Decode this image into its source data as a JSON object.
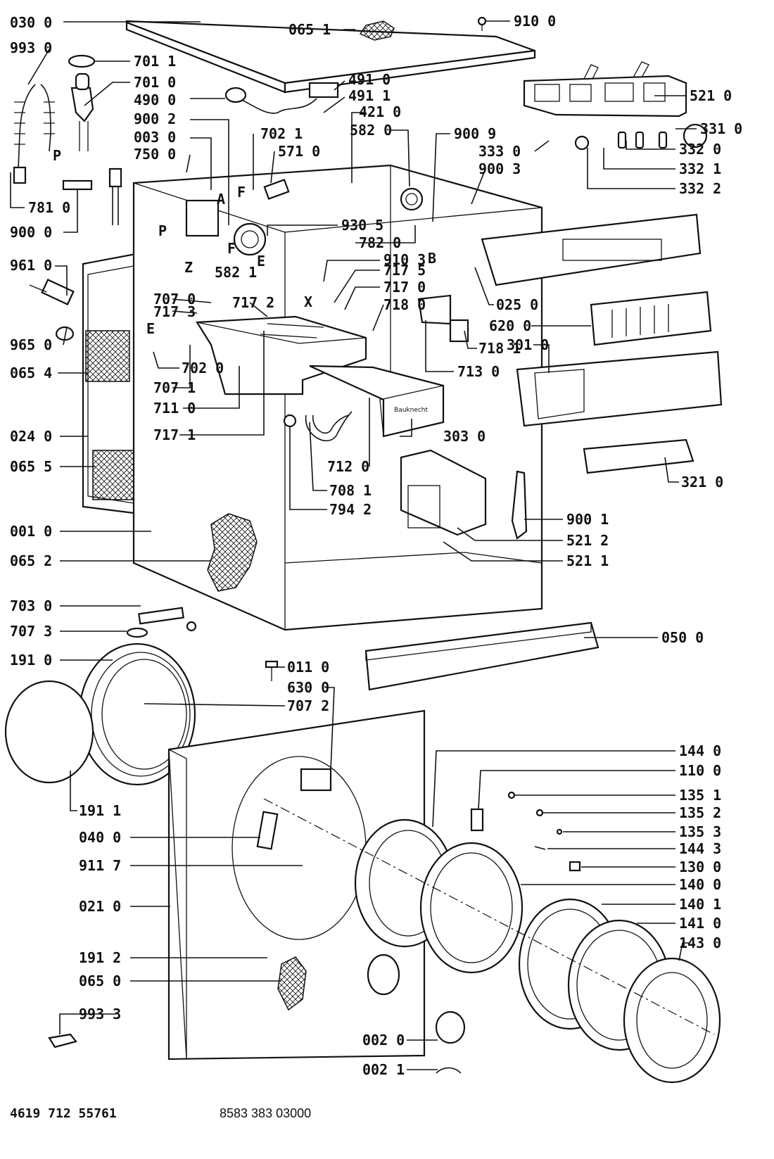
{
  "labels": {
    "p030_0": "030 0",
    "p065_1": "065 1",
    "p910_0": "910 0",
    "p993_0": "993 0",
    "p701_1": "701 1",
    "p701_0": "701 0",
    "p490_0": "490 0",
    "p491_0": "491 0",
    "p491_1": "491 1",
    "p421_0": "421 0",
    "p900_2": "900 2",
    "p003_0": "003 0",
    "p702_1": "702 1",
    "p571_0": "571 0",
    "p750_0": "750 0",
    "p582_0": "582 0",
    "p900_9": "900 9",
    "p333_0": "333 0",
    "p900_3": "900 3",
    "p521_0": "521 0",
    "p331_0": "331 0",
    "p332_0": "332 0",
    "p332_1": "332 1",
    "p332_2": "332 2",
    "p781_0": "781 0",
    "p900_0": "900 0",
    "p961_0": "961 0",
    "p930_5": "930 5",
    "p782_0": "782 0",
    "p910_3": "910 3",
    "p717_5": "717 5",
    "p717_0": "717 0",
    "p718_0": "718 0",
    "p582_1": "582 1",
    "p707_0": "707 0",
    "p717_3": "717 3",
    "p717_2": "717 2",
    "p965_0": "965 0",
    "p065_4": "065 4",
    "p702_0": "702 0",
    "p707_1": "707 1",
    "p711_0": "711 0",
    "p717_1": "717 1",
    "p024_0": "024 0",
    "p065_5": "065 5",
    "p025_0": "025 0",
    "p620_0": "620 0",
    "p718_1": "718 1",
    "p301_0": "301 0",
    "p713_0": "713 0",
    "p303_0": "303 0",
    "p321_0": "321 0",
    "p712_0": "712 0",
    "p708_1": "708 1",
    "p794_2": "794 2",
    "p001_0": "001 0",
    "p900_1": "900 1",
    "p521_2": "521 2",
    "p521_1": "521 1",
    "p065_2": "065 2",
    "p703_0": "703 0",
    "p707_3": "707 3",
    "p050_0": "050 0",
    "p191_0": "191 0",
    "p011_0": "011 0",
    "p630_0": "630 0",
    "p707_2": "707 2",
    "p144_0": "144 0",
    "p110_0": "110 0",
    "p191_1": "191 1",
    "p135_1": "135 1",
    "p135_2": "135 2",
    "p040_0": "040 0",
    "p135_3": "135 3",
    "p144_3": "144 3",
    "p911_7": "911 7",
    "p130_0": "130 0",
    "p021_0": "021 0",
    "p140_0": "140 0",
    "p140_1": "140 1",
    "p141_0": "141 0",
    "p191_2": "191 2",
    "p143_0": "143 0",
    "p065_0": "065 0",
    "p993_3": "993 3",
    "p002_0": "002 0",
    "p002_1": "002 1"
  },
  "letters": {
    "A": "A",
    "F1": "F",
    "F2": "F",
    "P1": "P",
    "P2": "P",
    "Z": "Z",
    "E1": "E",
    "E2": "E",
    "X": "X",
    "B": "B"
  },
  "footer": {
    "left": "4619 712 55761",
    "center": "8583 383 03000"
  }
}
